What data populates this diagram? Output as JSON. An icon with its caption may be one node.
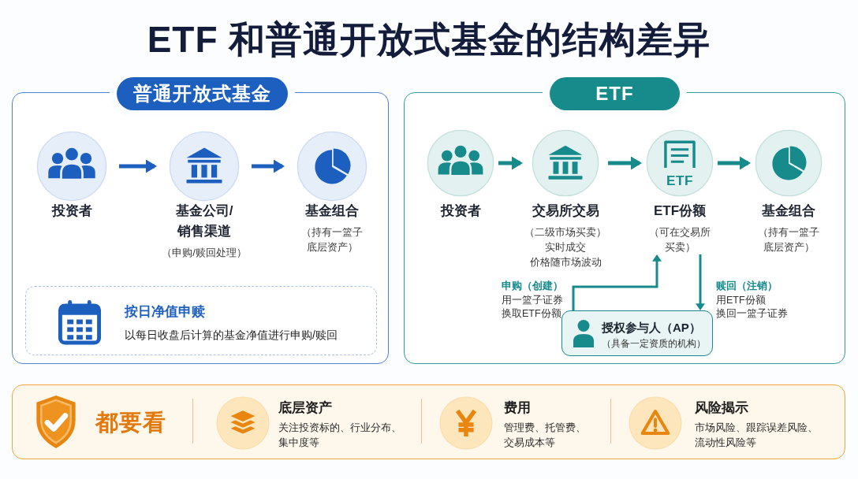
{
  "diagram": {
    "title": "ETF 和普通开放式基金的结构差异",
    "nodes": [
      {
        "text": [
          "普通开放式基金"
        ]
      },
      {
        "text": [
          "投资者"
        ],
        "in": 0
      },
      {
        "text": [
          "基金公司/销售渠道",
          "（申购/赎回处理）"
        ],
        "in": 0
      },
      {
        "text": [
          "基金组合",
          "（持有一篮子底层资产）"
        ],
        "in": 0
      },
      {
        "text": [
          "按日净值申赎",
          "以每日收盘后计算的基金净值进行申购/赎回"
        ],
        "in": 0
      },
      {
        "text": [
          "ETF"
        ]
      },
      {
        "text": [
          "投资者"
        ],
        "in": 5
      },
      {
        "text": [
          "交易所交易",
          "（二级市场买卖）",
          "实时成交价格随市场波动"
        ],
        "in": 5
      },
      {
        "text": [
          "ETF",
          "ETF份额",
          "（可在交易所买卖）"
        ],
        "in": 5
      },
      {
        "text": [
          "基金组合",
          "（持有一篮子底层资产）"
        ],
        "in": 5
      },
      {
        "text": [
          "授权参与人（AP）",
          "（具备一定资质的机构）"
        ],
        "in": 5
      },
      {
        "text": [
          "都要看"
        ]
      },
      {
        "text": [
          "底层资产",
          "关注投资标的、行业分布、集中度等"
        ],
        "in": 11
      },
      {
        "text": [
          "费用",
          "管理费、托管费、交易成本等"
        ],
        "in": 11
      },
      {
        "text": [
          "风险揭示",
          "市场风险、跟踪误差风险、流动性风险等"
        ],
        "in": 11
      }
    ],
    "edges": [
      {
        "from": 1,
        "to": 2,
        "arrow": "to",
        "color": "#1d5fbf"
      },
      {
        "from": 2,
        "to": 3,
        "arrow": "to",
        "color": "#1d5fbf"
      },
      {
        "from": 6,
        "to": 7,
        "arrow": "to"
      },
      {
        "from": 7,
        "to": 8,
        "arrow": "to"
      },
      {
        "from": 8,
        "to": 9,
        "arrow": "to"
      },
      {
        "from": 10,
        "to": 8,
        "arrow": "to",
        "label": "申购（创建）"
      },
      {
        "from": 8,
        "to": 10,
        "arrow": "to",
        "label": "赎回（注销）"
      }
    ],
    "labels": [
      "用一篮子证券",
      "换取ETF份额",
      "用ETF份额",
      "换回一篮子证券"
    ]
  }
}
